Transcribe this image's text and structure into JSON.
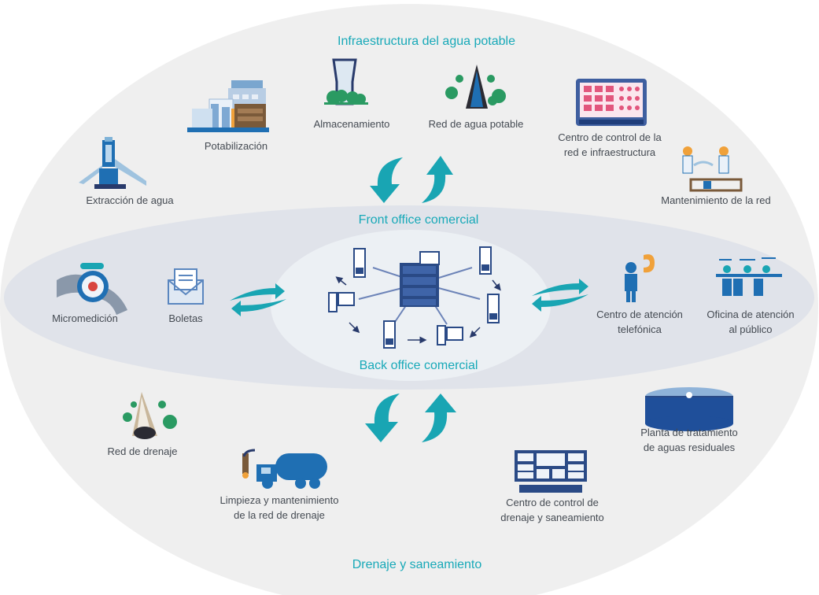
{
  "colors": {
    "outer": "#efefef",
    "middle": "#e0e3ea",
    "inner": "#ecf0f4",
    "accent": "#19a5b3",
    "navy": "#283a6b",
    "blue": "#1f6fb3",
    "green": "#2a9a62",
    "label": "#444a52"
  },
  "sections": {
    "top": "Infraestructura  del agua potable",
    "front": "Front office comercial",
    "back": "Back office comercial",
    "bottom": "Drenaje y saneamiento"
  },
  "top_items": {
    "extraccion": "Extracción de agua",
    "potabilizacion": "Potabilización",
    "almacenamiento": "Almacenamiento",
    "red_agua": "Red de agua potable",
    "centro_control": [
      "Centro de control de la",
      "red e infraestructura"
    ],
    "mantenimiento": "Mantenimiento de la red"
  },
  "middle_items": {
    "micromedicion": "Micromedición",
    "boletas": "Boletas",
    "centro_atencion": [
      "Centro de atención",
      "telefónica"
    ],
    "oficina": [
      "Oficina de atención",
      "al público"
    ]
  },
  "bottom_items": {
    "red_drenaje": "Red de drenaje",
    "limpieza": [
      "Limpieza y mantenimiento",
      "de la red de drenaje"
    ],
    "centro_drenaje": [
      "Centro de control de",
      "drenaje y saneamiento"
    ],
    "planta": [
      "Planta de tratamiento",
      "de aguas residuales"
    ]
  },
  "icons": [
    "pump-tower-icon",
    "treatment-plant-icon",
    "water-tank-icon",
    "pipe-tree-icon",
    "control-panel-icon",
    "workers-icon",
    "water-meter-icon",
    "envelope-icon",
    "phone-agent-icon",
    "service-desk-icon",
    "server-icon",
    "computer-icon",
    "drain-pipe-icon",
    "truck-icon",
    "monitor-wall-icon",
    "treatment-tank-icon",
    "cycle-arrows-icon"
  ]
}
